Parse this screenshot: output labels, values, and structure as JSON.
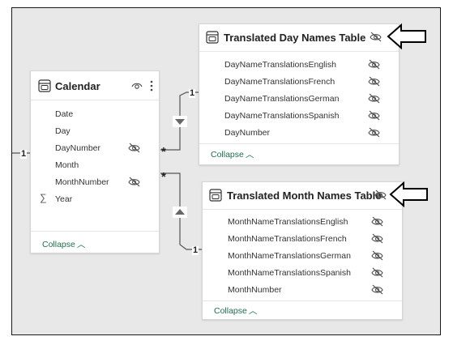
{
  "calendar": {
    "title": "Calendar",
    "fields": [
      "Date",
      "Day",
      "DayNumber",
      "Month",
      "MonthNumber",
      "Year"
    ],
    "collapse_label": "Collapse"
  },
  "day_table": {
    "title": "Translated Day Names Table",
    "fields": [
      "DayNameTranslationsEnglish",
      "DayNameTranslationsFrench",
      "DayNameTranslationsGerman",
      "DayNameTranslationsSpanish",
      "DayNumber"
    ],
    "collapse_label": "Collapse"
  },
  "month_table": {
    "title": "Translated Month Names Table",
    "fields": [
      "MonthNameTranslationsEnglish",
      "MonthNameTranslationsFrench",
      "MonthNameTranslationsGerman",
      "MonthNameTranslationsSpanish",
      "MonthNumber"
    ],
    "collapse_label": "Collapse"
  },
  "relationships": {
    "one": "1",
    "many": "*"
  },
  "icons": [
    "table-icon",
    "eye-icon",
    "more-options-icon",
    "hidden-icon",
    "sigma-icon",
    "chevron-up-icon",
    "filter-direction-arrow-icon",
    "callout-arrow-icon"
  ],
  "colors": {
    "canvas": "#e8e8e8",
    "collapse_link": "#1f6e4a"
  }
}
